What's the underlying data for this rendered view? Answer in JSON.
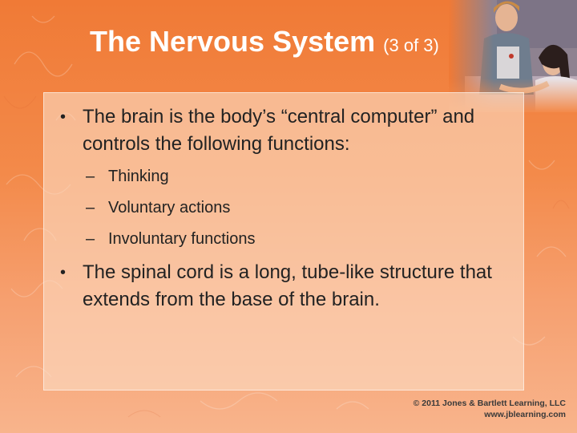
{
  "slide": {
    "title": "The Nervous System",
    "title_suffix": "(3 of 3)",
    "bullets": [
      {
        "text": "The brain is the body’s “central computer” and controls the following functions:",
        "subitems": [
          "Thinking",
          "Voluntary actions",
          "Involuntary functions"
        ]
      },
      {
        "text": "The spinal cord is a long, tube-like structure that extends from the base of the brain."
      }
    ],
    "bullet_symbol": "•",
    "sub_bullet_symbol": "–",
    "copyright_line1": "© 2011 Jones & Bartlett Learning, LLC",
    "copyright_line2": "www.jblearning.com"
  },
  "colors": {
    "background_top": "#f07a36",
    "background_bottom": "#f8b48c",
    "title": "#ffffff",
    "body_text": "#222222"
  }
}
